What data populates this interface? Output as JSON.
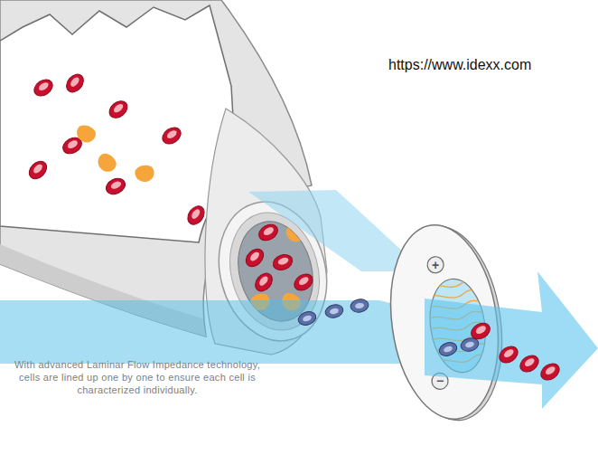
{
  "diagram": {
    "caption": "With advanced Laminar Flow Impedance technology, cells are lined up one by one to ensure each cell is characterized individually.",
    "labels": [
      "https://www.idexx.com",
      "+",
      "−"
    ]
  }
}
